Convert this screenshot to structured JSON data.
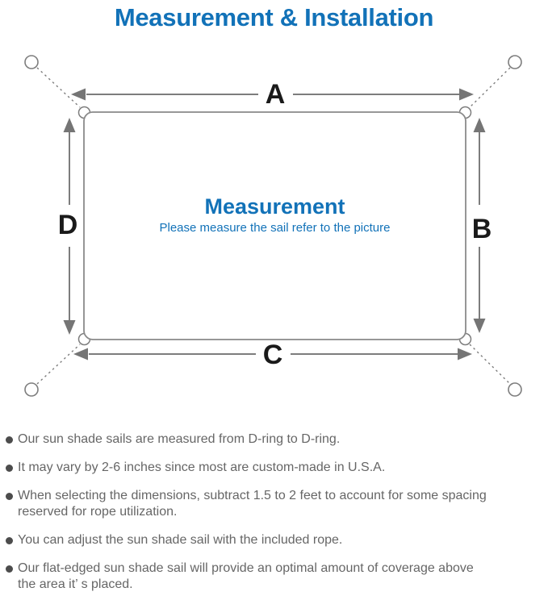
{
  "title": "Measurement & Installation",
  "diagram": {
    "heading": "Measurement",
    "subheading": "Please measure the sail refer to the picture",
    "labels": {
      "top": "A",
      "right": "B",
      "bottom": "C",
      "left": "D"
    }
  },
  "notes": [
    {
      "lines": [
        "Our sun shade sails are measured from D-ring to D-ring."
      ]
    },
    {
      "lines": [
        "It may vary by 2-6 inches since most are custom-made in U.S.A."
      ]
    },
    {
      "lines": [
        "When selecting the dimensions, subtract 1.5 to 2 feet to account for some spacing",
        "reserved for rope utilization."
      ]
    },
    {
      "lines": [
        "You can adjust the sun shade sail with the included rope."
      ]
    },
    {
      "lines": [
        "Our flat-edged sun shade sail will provide an optimal amount of coverage above",
        "the area it’ s placed."
      ]
    }
  ],
  "colors": {
    "accent_blue": "#1272b8",
    "diagram_gray": "#7d7d7d",
    "label_black": "#1a1a1a",
    "note_gray": "#666666"
  }
}
